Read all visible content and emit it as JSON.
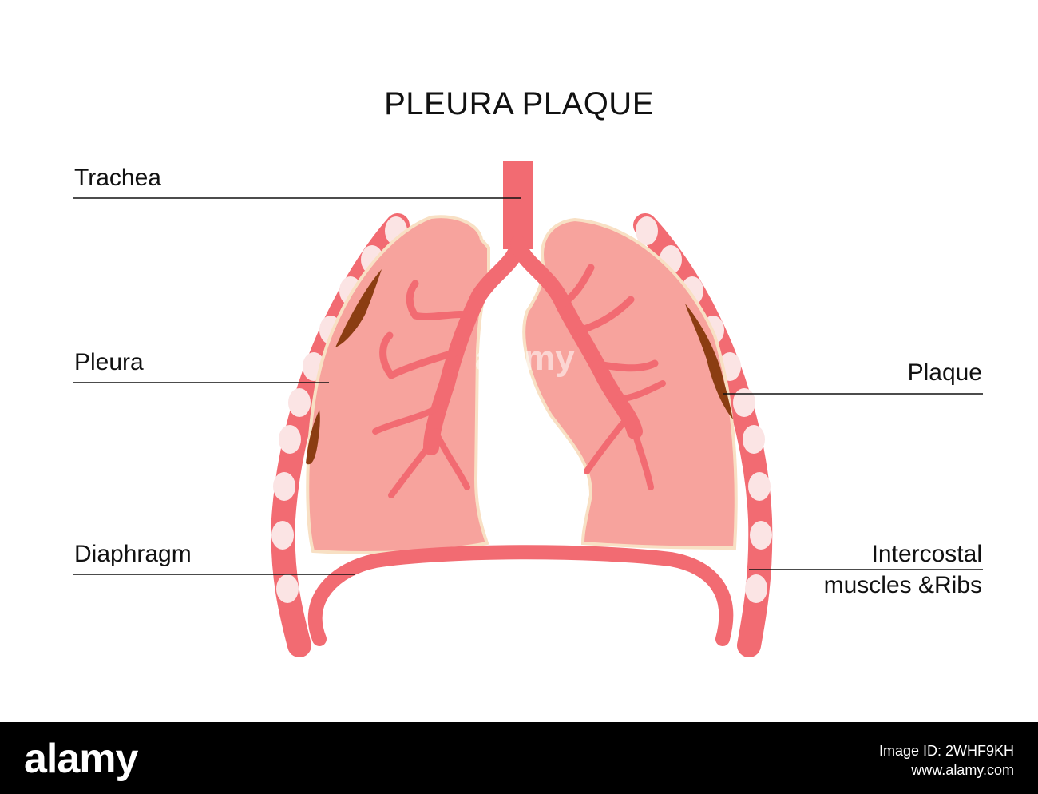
{
  "title": "PLEURA PLAQUE",
  "labels": {
    "trachea": "Trachea",
    "pleura": "Pleura",
    "diaphragm": "Diaphragm",
    "plaque": "Plaque",
    "intercostal_line1": "Intercostal",
    "intercostal_line2": "muscles &Ribs"
  },
  "footer": {
    "logo": "alamy",
    "image_id": "Image ID: 2WHF9KH",
    "url": "www.alamy.com"
  },
  "watermark": "alamy",
  "colors": {
    "airway": "#f26b72",
    "lung_fill": "#f7a39d",
    "pleura_outline": "#f8e0c4",
    "rib_spot": "#fbe4e4",
    "plaque": "#8b3d12",
    "background": "#ffffff",
    "footer": "#000000"
  }
}
